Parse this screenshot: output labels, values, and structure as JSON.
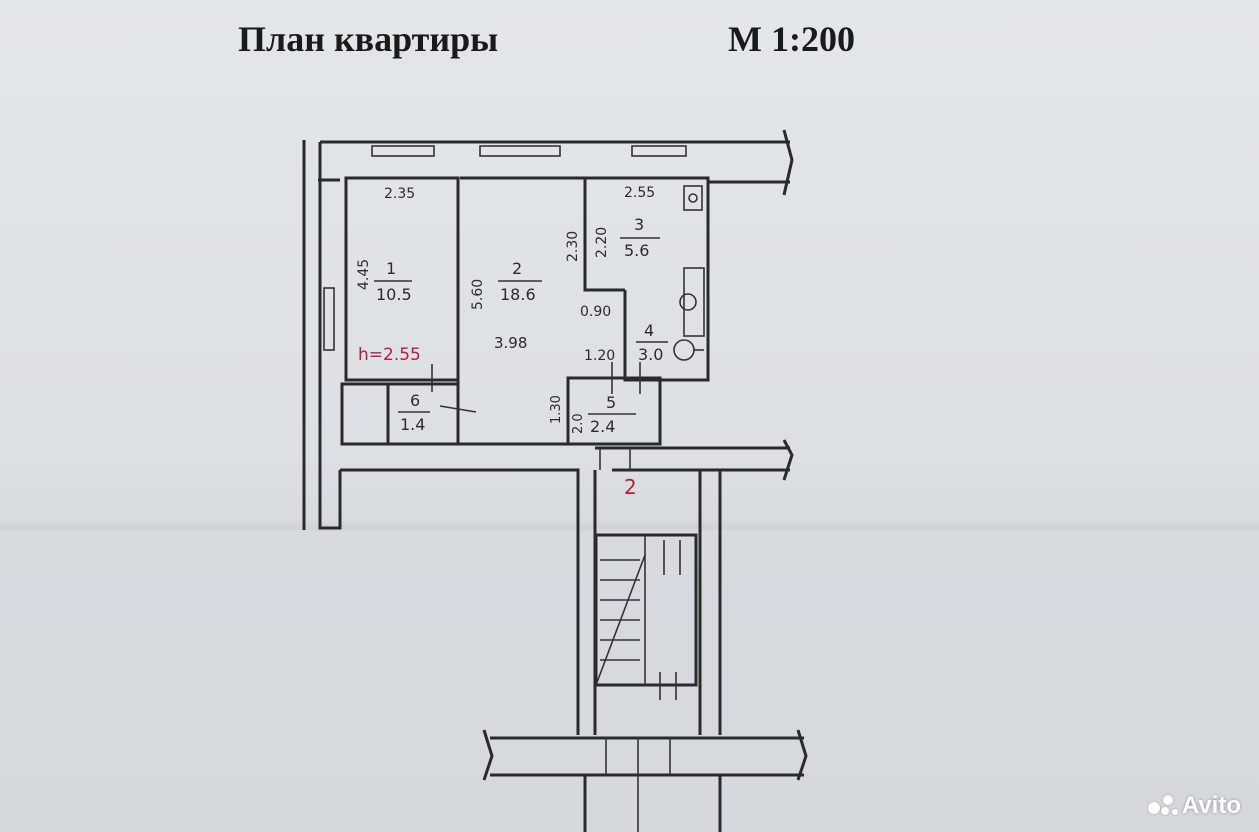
{
  "header": {
    "title": "План квартиры",
    "scale": "М 1:200"
  },
  "rooms": [
    {
      "number": "1",
      "area": "10.5",
      "width": "2.35",
      "length": "4.45",
      "height": "h=2.55"
    },
    {
      "number": "2",
      "area": "18.6",
      "length": "5.60",
      "width": "3.98"
    },
    {
      "number": "3",
      "area": "5.6",
      "width": "2.55",
      "length_a": "2.30",
      "length_b": "2.20"
    },
    {
      "number": "4",
      "area": "3.0",
      "width": "0.90"
    },
    {
      "number": "5",
      "area": "2.4",
      "width": "1.20",
      "length_a": "1.30",
      "length_b": "2.0"
    },
    {
      "number": "6",
      "area": "1.4"
    }
  ],
  "labels": {
    "landing": "2"
  },
  "watermark": {
    "brand": "Avito"
  }
}
